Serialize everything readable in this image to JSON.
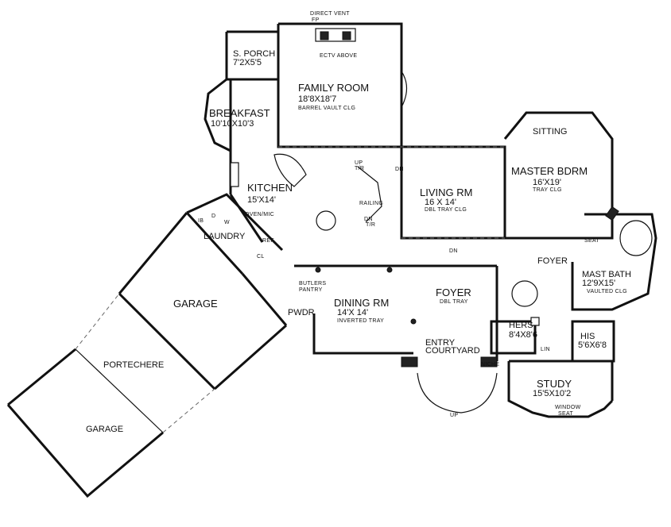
{
  "rooms": {
    "family_room": {
      "name": "FAMILY ROOM",
      "size": "18'8X18'7",
      "note": "BARREL VAULT CLG"
    },
    "s_porch": {
      "name": "S. PORCH",
      "size": "7'2X5'5"
    },
    "breakfast": {
      "name": "BREAKFAST",
      "size": "10'10X10'3"
    },
    "kitchen": {
      "name": "KITCHEN",
      "size": "15'X14'"
    },
    "laundry": {
      "name": "LAUNDRY"
    },
    "living_rm": {
      "name": "LIVING  RM",
      "size": "16 X 14'",
      "note": "DBL TRAY CLG"
    },
    "master_bdrm": {
      "name": "MASTER BDRM",
      "size": "16'X19'",
      "note": "TRAY CLG"
    },
    "sitting": {
      "name": "SITTING"
    },
    "mast_bath": {
      "name": "MAST BATH",
      "size": "12'9X15'",
      "note": "VAULTED CLG"
    },
    "foyer_master": {
      "name": "FOYER"
    },
    "dining_rm": {
      "name": "DINING RM",
      "size": "14'X 14'",
      "note": "INVERTED TRAY"
    },
    "foyer": {
      "name": "FOYER",
      "note": "DBL TRAY"
    },
    "hers": {
      "name": "HERS",
      "size": "8'4X8'6"
    },
    "his": {
      "name": "HIS",
      "size": "5'6X6'8"
    },
    "study": {
      "name": "STUDY",
      "size": "15'5X10'2"
    },
    "garage_upper": {
      "name": "GARAGE"
    },
    "garage_lower": {
      "name": "GARAGE"
    },
    "portechere": {
      "name": "PORTECHERE"
    },
    "pwdr": {
      "name": "PWDR"
    },
    "entry_courtyard": {
      "name_line1": "ENTRY",
      "name_line2": "COURTYARD"
    }
  },
  "notes": {
    "direct_vent_line1": "DIRECT VENT",
    "direct_vent_line2": "FP",
    "tv_above": "ECTV ABOVE",
    "up_tr": "UP",
    "tr": "T/R",
    "dn_tr": "DN",
    "tr2": "T/R",
    "dn_living": "DN",
    "railing": "RAILING",
    "oven_mic": "OVEN/MIC",
    "ref": "REF",
    "cl": "CL",
    "ib": "IB",
    "d": "D",
    "w": "W",
    "dn_hall": "DN",
    "butlers_line1": "BUTLERS",
    "butlers_line2": "PANTRY",
    "niche": "NICHE",
    "up_entry": "UP",
    "seat": "SEAT",
    "lin": "LIN",
    "window_seat_line1": "WINDOW",
    "window_seat_line2": "SEAT"
  }
}
